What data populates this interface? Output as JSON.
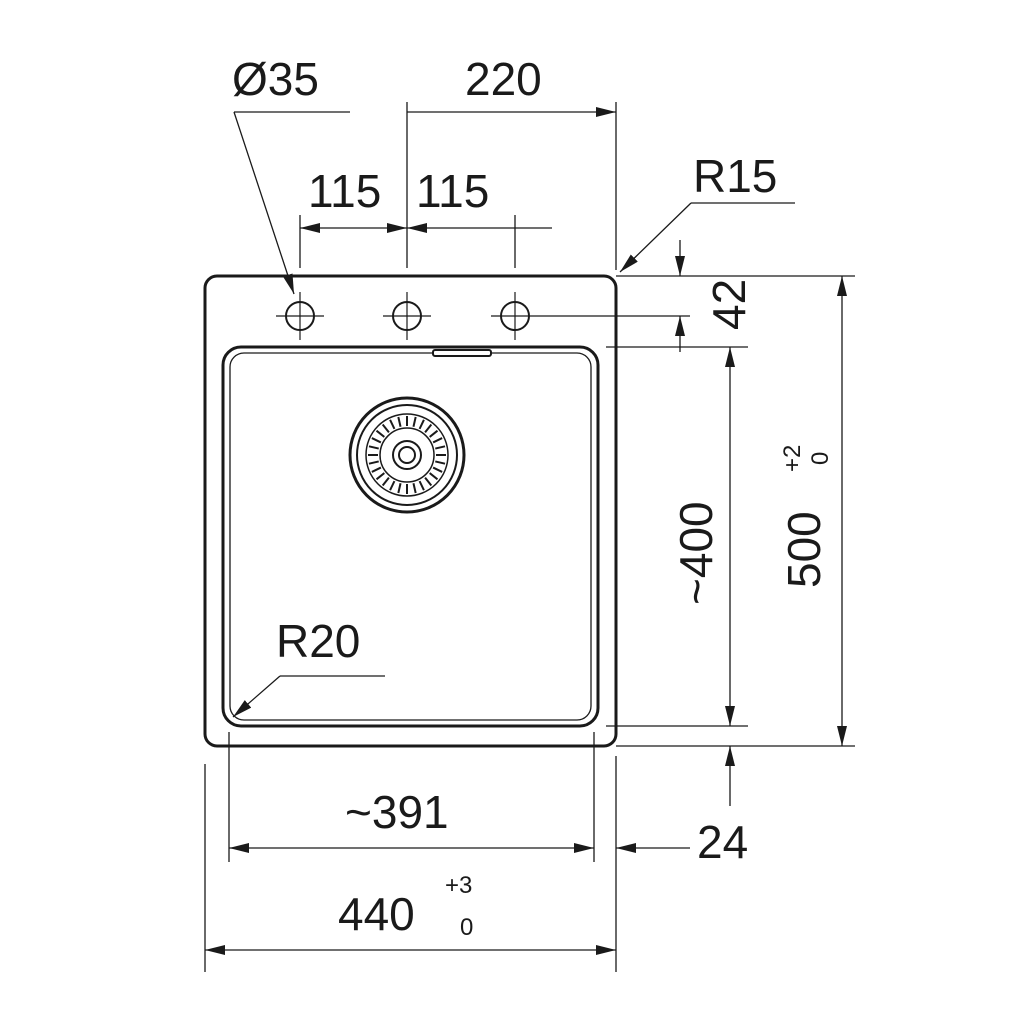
{
  "dimensions": {
    "tap_hole_diameter": "Ø35",
    "tap_span": "220",
    "tap_spacing_left": "115",
    "tap_spacing_right": "115",
    "corner_radius_outer": "R15",
    "corner_radius_bowl": "R20",
    "deck_depth": "42",
    "bowl_depth": "~400",
    "overall_depth": "500",
    "overall_depth_tol_upper": "+2",
    "overall_depth_tol_lower": "0",
    "bowl_width": "~391",
    "rim_offset": "24",
    "overall_width": "440",
    "overall_width_tol_upper": "+3",
    "overall_width_tol_lower": "0"
  },
  "colors": {
    "line": "#1a1a1a",
    "background": "#ffffff"
  }
}
